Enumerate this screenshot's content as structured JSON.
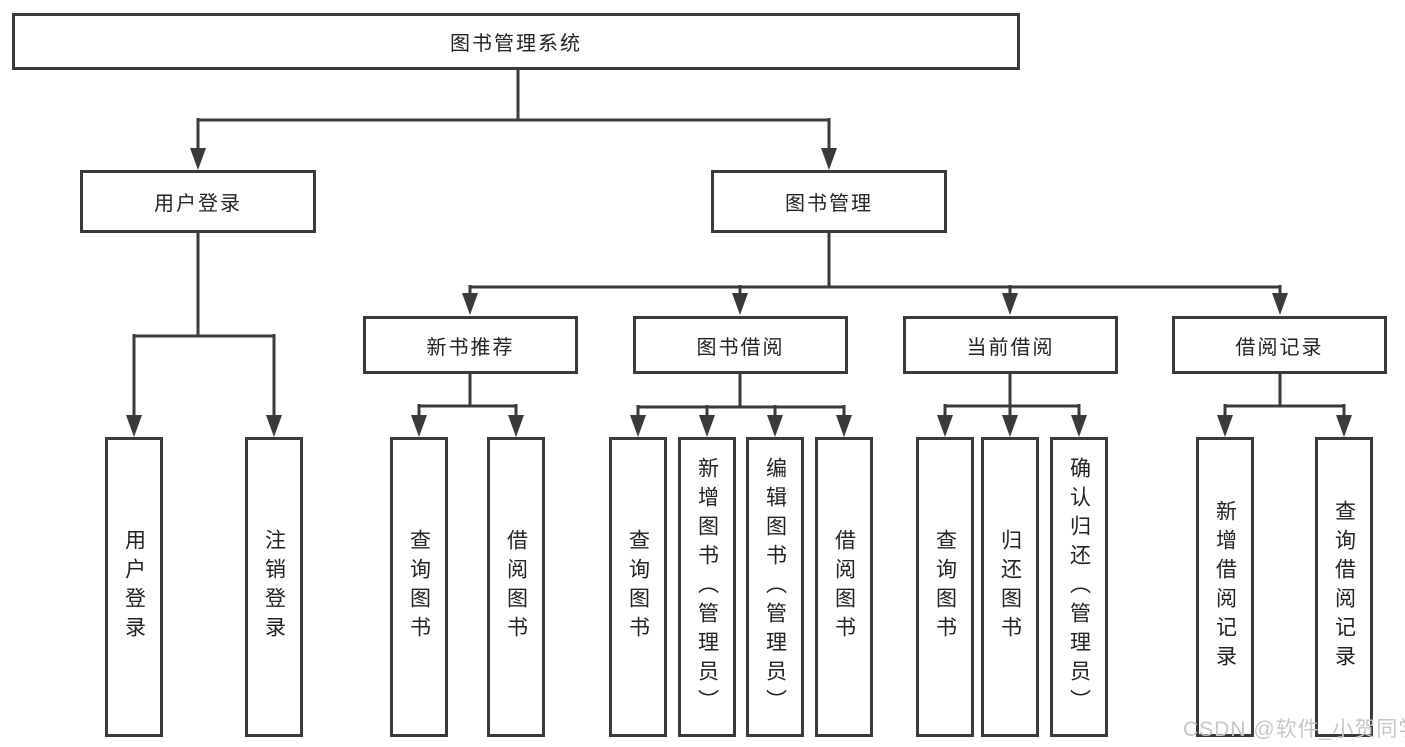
{
  "tree": {
    "root": {
      "label": "图书管理系统"
    },
    "branches": [
      {
        "label": "用户登录",
        "children": [
          {
            "label": "用户登录"
          },
          {
            "label": "注销登录"
          }
        ]
      },
      {
        "label": "图书管理",
        "children": [
          {
            "label": "新书推荐",
            "children": [
              {
                "label": "查询图书"
              },
              {
                "label": "借阅图书"
              }
            ]
          },
          {
            "label": "图书借阅",
            "children": [
              {
                "label": "查询图书"
              },
              {
                "label": "新增图书（管理员）"
              },
              {
                "label": "编辑图书（管理员）"
              },
              {
                "label": "借阅图书"
              }
            ]
          },
          {
            "label": "当前借阅",
            "children": [
              {
                "label": "查询图书"
              },
              {
                "label": "归还图书"
              },
              {
                "label": "确认归还（管理员）"
              }
            ]
          },
          {
            "label": "借阅记录",
            "children": [
              {
                "label": "新增借阅记录"
              },
              {
                "label": "查询借阅记录"
              }
            ]
          }
        ]
      }
    ]
  },
  "watermark": {
    "text": "CSDN @软件_小贺同学"
  },
  "colors": {
    "line": "#3a3a3a",
    "text": "#222222",
    "box-bg": "#ffffff",
    "watermark": "#c7c7c7"
  }
}
